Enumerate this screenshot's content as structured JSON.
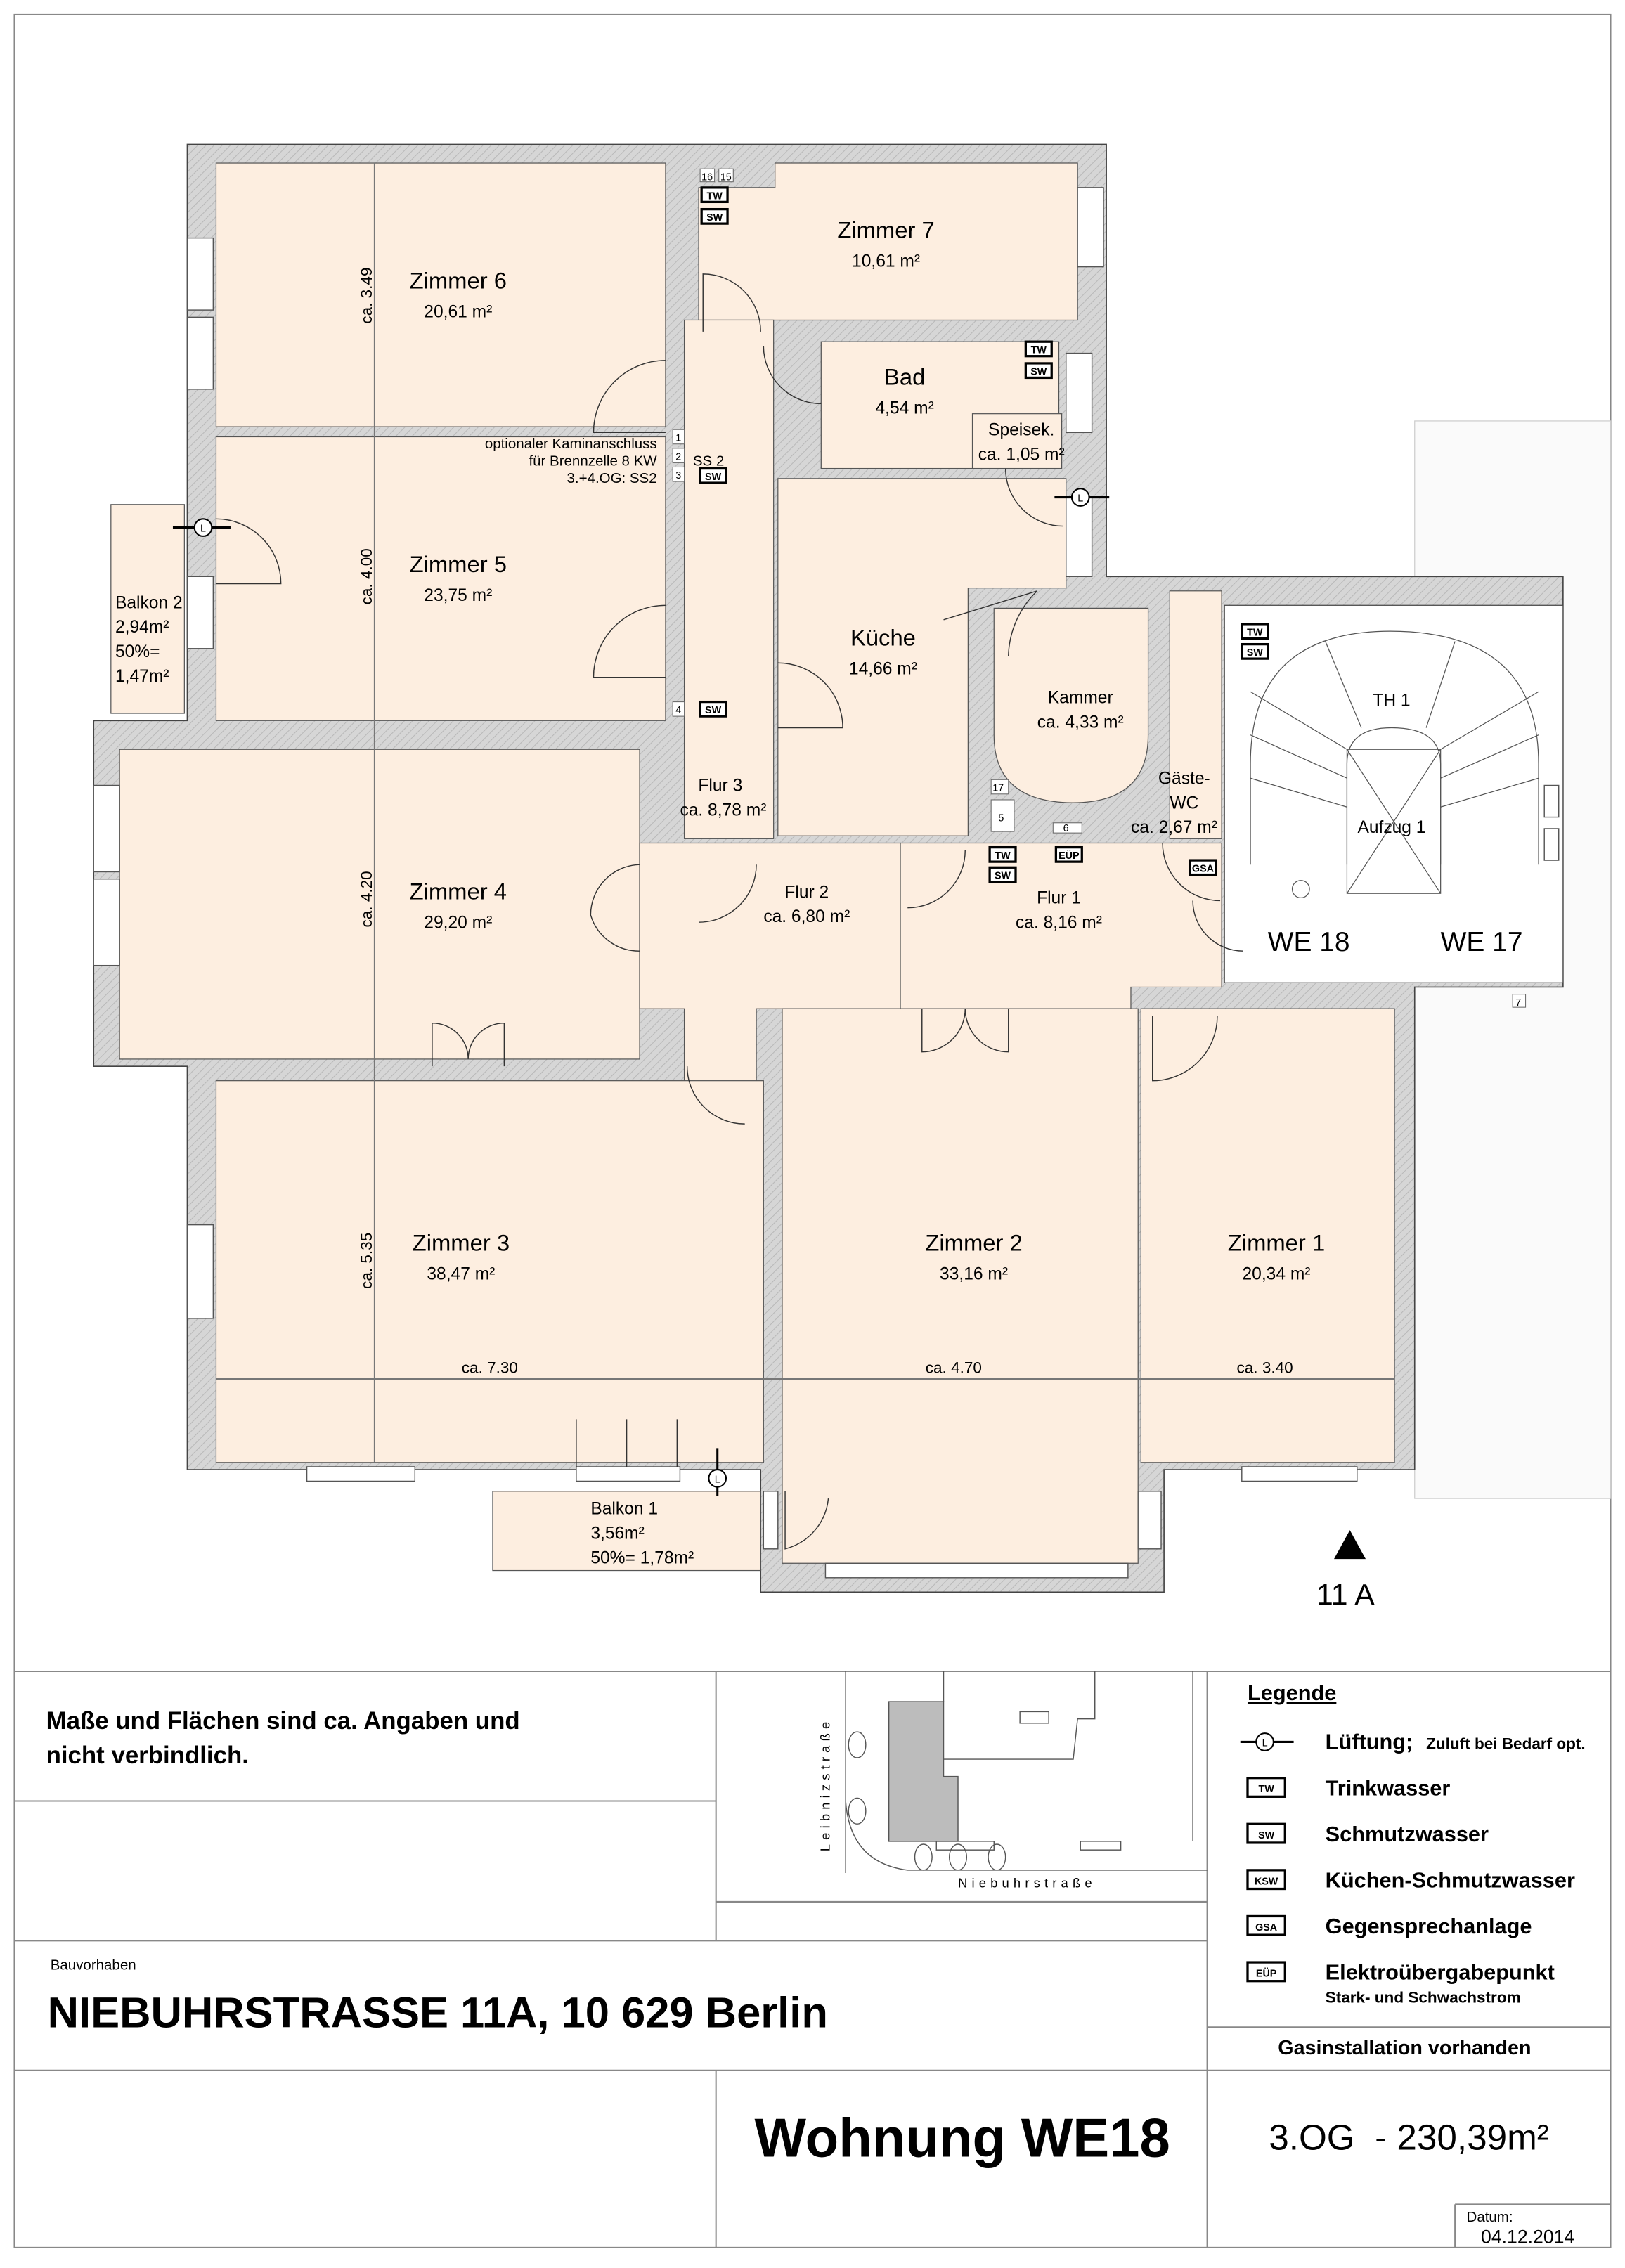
{
  "rooms": [
    {
      "name": "Zimmer 6",
      "area": "20,61 m²"
    },
    {
      "name": "Zimmer 7",
      "area": "10,61 m²"
    },
    {
      "name": "Bad",
      "area": "4,54 m²"
    },
    {
      "name": "Speisek.",
      "area": "ca. 1,05 m²"
    },
    {
      "name": "Zimmer 5",
      "area": "23,75 m²"
    },
    {
      "name": "Küche",
      "area": "14,66 m²"
    },
    {
      "name": "Kammer",
      "area": "ca. 4,33 m²"
    },
    {
      "name": "Gäste-",
      "name2": "WC",
      "area": "ca. 2,67 m²"
    },
    {
      "name": "Balkon 2",
      "area": "2,94m²",
      "extra1": "50%=",
      "extra2": "1,47m²"
    },
    {
      "name": "Flur 3",
      "area": "ca. 8,78 m²"
    },
    {
      "name": "Zimmer 4",
      "area": "29,20 m²"
    },
    {
      "name": "Flur 2",
      "area": "ca. 6,80 m²"
    },
    {
      "name": "Flur 1",
      "area": "ca. 8,16 m²"
    },
    {
      "name": "Zimmer 3",
      "area": "38,47 m²"
    },
    {
      "name": "Zimmer 2",
      "area": "33,16 m²"
    },
    {
      "name": "Zimmer 1",
      "area": "20,34 m²"
    },
    {
      "name": "Balkon 1",
      "area": "3,56m²",
      "extra1": "50%= 1,78m²"
    }
  ],
  "stair": {
    "name": "TH 1",
    "elevator": "Aufzug 1",
    "unit_left": "WE 18",
    "unit_right": "WE 17"
  },
  "note_kamin": [
    "optionaler Kaminanschluss",
    "für Brennzelle 8 KW",
    "3.+4.OG: SS2"
  ],
  "shaft_label": "SS 2",
  "shaft_numbers": [
    "1",
    "2",
    "3",
    "4",
    "5",
    "6",
    "7",
    "15",
    "16",
    "17"
  ],
  "dimensions": {
    "v1": "ca. 3.49",
    "v2": "ca. 4.00",
    "v3": "ca. 4.20",
    "v4": "ca. 5.35",
    "h1": "ca. 7.30",
    "h2": "ca. 4.70",
    "h3": "ca. 3.40"
  },
  "markers": {
    "tw": "TW",
    "sw": "SW",
    "ksw": "KSW",
    "gsa": "GSA",
    "eup": "EÜP",
    "l": "L"
  },
  "north_label": "11 A",
  "disclaimer": [
    "Maße und Flächen sind ca. Angaben und",
    "nicht verbindlich."
  ],
  "site_plan": {
    "street1": "Leibnizstraße",
    "street2": "Niebuhrstraße"
  },
  "legend": {
    "title": "Legende",
    "items": [
      {
        "symbol": "L",
        "label": "Lüftung;",
        "sub": "Zuluft bei Bedarf opt."
      },
      {
        "symbol": "TW",
        "label": "Trinkwasser"
      },
      {
        "symbol": "SW",
        "label": "Schmutzwasser"
      },
      {
        "symbol": "KSW",
        "label": "Küchen-Schmutzwasser"
      },
      {
        "symbol": "GSA",
        "label": "Gegensprechanlage"
      },
      {
        "symbol": "EÜP",
        "label": "Elektroübergabepunkt",
        "sub": "Stark- und Schwachstrom"
      }
    ],
    "gas": "Gasinstallation vorhanden"
  },
  "project": {
    "label": "Bauvorhaben",
    "address": "NIEBUHRSTRASSE 11A, 10 629 Berlin"
  },
  "unit": {
    "title": "Wohnung WE18",
    "floor_area": "3.OG  - 230,39m²"
  },
  "date": {
    "label": "Datum:",
    "value": "04.12.2014"
  }
}
